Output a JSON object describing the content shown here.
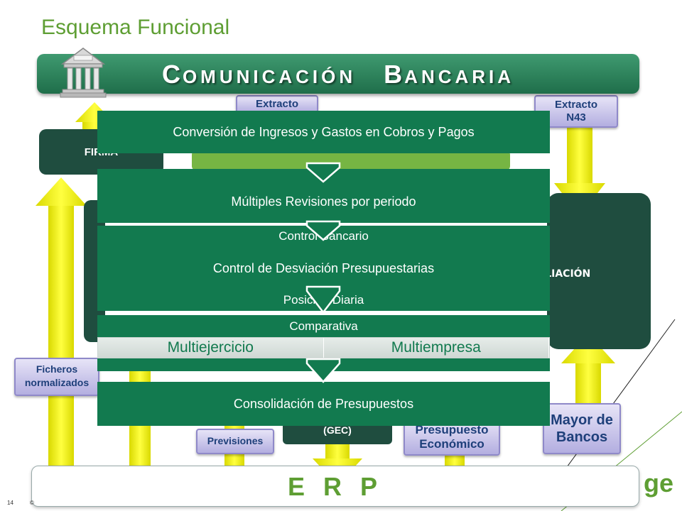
{
  "slide": {
    "title": "Esquema Funcional",
    "page_number": "14",
    "page_mark": "©"
  },
  "banner": {
    "first_letter": "C",
    "first_word_rest": "OMUNICACIÓN",
    "second_letter": "B",
    "second_word_rest": "ANCARIA"
  },
  "boxes": {
    "firma": "FIRMA",
    "conciliacion": "NCILIACIÓN",
    "gec": "(GEC)",
    "erp": "E R P",
    "sage_fragment": "ge"
  },
  "tags": {
    "extracto_top": "Extracto",
    "extracto_n43_line1": "Extracto",
    "extracto_n43_line2": "N43",
    "ficheros_line1": "Ficheros",
    "ficheros_line2": "normalizados",
    "previsiones": "Previsiones",
    "presupuesto_line1": "Presupuesto",
    "presupuesto_line2": "Económico",
    "mayor_line1": "Mayor de",
    "mayor_line2": "Bancos"
  },
  "steps": [
    {
      "text": "Conversión de Ingresos y Gastos en Cobros y Pagos"
    },
    {
      "text": "Múltiples Revisiones por periodo"
    },
    {
      "text": "Control Bancario"
    },
    {
      "text": "Control de Desviación Presupuestarias"
    },
    {
      "text": "Posición Diaria"
    },
    {
      "text": "Comparativa"
    },
    {
      "text": "Consolidación de Presupuestos"
    }
  ],
  "multi": {
    "left": "Multiejercicio",
    "right": "Multiempresa"
  },
  "colors": {
    "title_green": "#5e9e33",
    "bar_green": "#127a4f",
    "dark_box": "#1f4d3f",
    "arrow_yellow": "#f2f200",
    "tag_fill": "#c9c4ec"
  }
}
